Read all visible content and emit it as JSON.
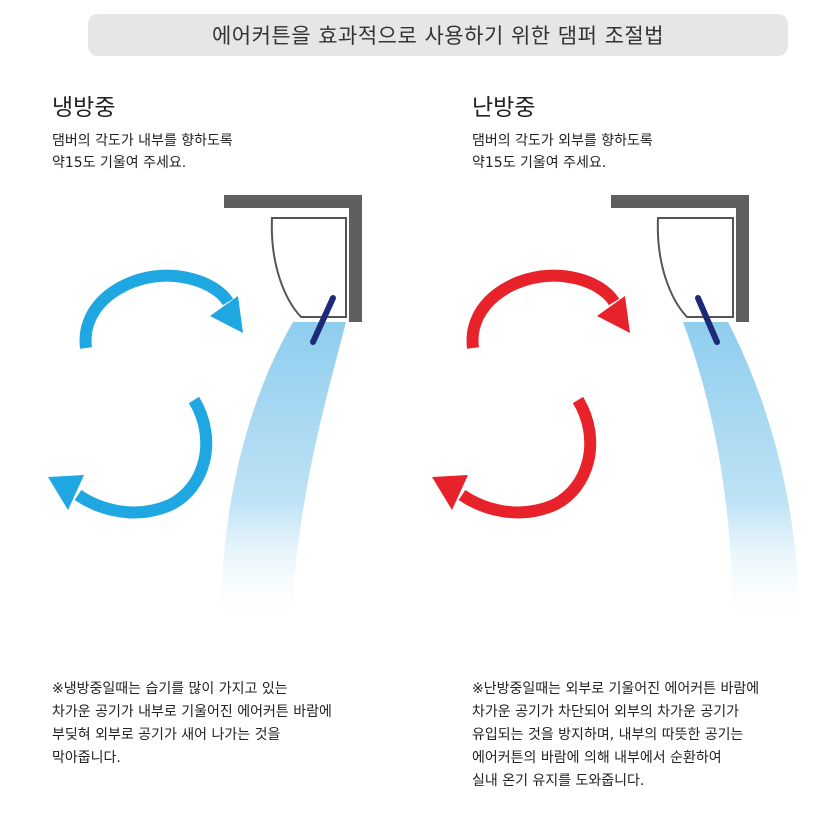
{
  "header": {
    "title": "에어커튼을 효과적으로 사용하기 위한 댐퍼 조절법"
  },
  "cooling": {
    "title": "냉방중",
    "desc": [
      "댐버의 각도가 내부를 향하도록",
      "약15도 기울여 주세요."
    ],
    "note": [
      "※냉방중일때는 습기를 많이 가지고 있는",
      "차가운 공기가 내부로 기울어진 에어커튼 바람에",
      "부딪혀 외부로 공기가 새어 나가는 것을",
      "막아줍니다."
    ],
    "arrow_color": "#1ea7e1"
  },
  "heating": {
    "title": "난방중",
    "desc": [
      "댐버의 각도가 외부를 향하도록",
      "약15도 기울여 주세요."
    ],
    "note": [
      "※난방중일때는 외부로 기울어진 에어커튼 바람에",
      "차가운 공기가 차단되어 외부의 차가운 공기가",
      "유입되는 것을 방지하며, 내부의 따뜻한 공기는",
      "에어커튼의 바람에 의해 내부에서 순환하여",
      "실내 온기 유지를 도와줍니다."
    ],
    "arrow_color": "#e8222a"
  },
  "colors": {
    "wall": "#5f5f5f",
    "damper": "#1d2a7a",
    "airflow": "#a9d9f1",
    "title_bg": "#e6e6e6"
  }
}
